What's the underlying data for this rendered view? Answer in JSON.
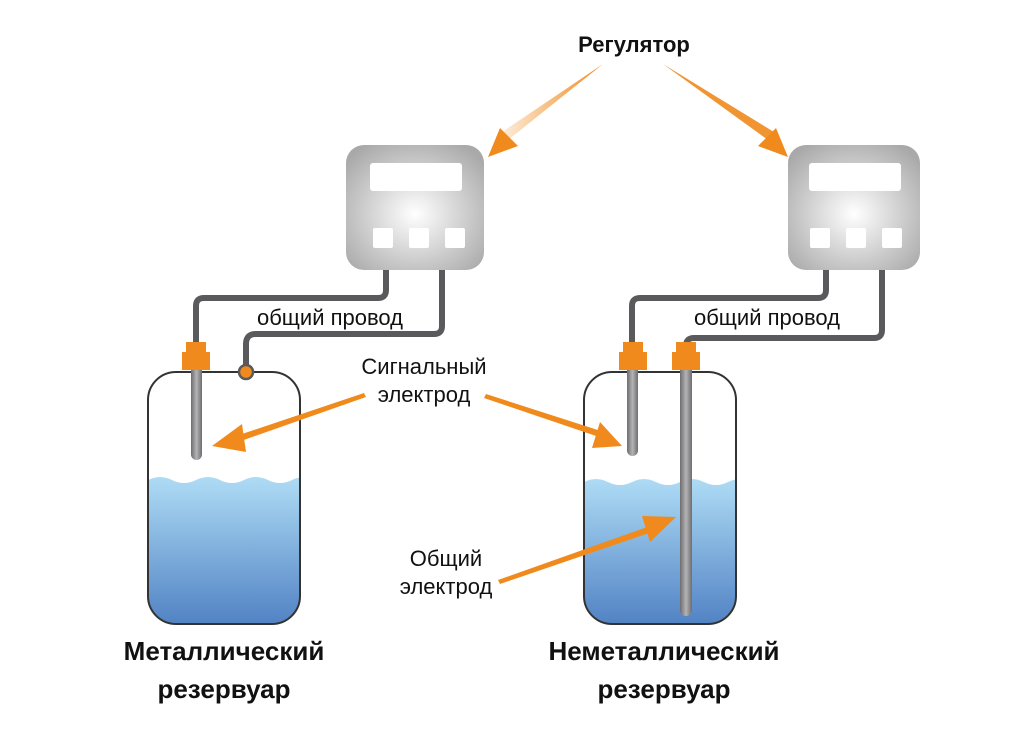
{
  "title_label": "Регулятор",
  "colors": {
    "accent": "#f08a1c",
    "wire": "#5a5a5c",
    "tank_outline": "#333333",
    "water_top": "#a9d8f3",
    "water_bottom": "#4f80c3",
    "controller_body": "#c8c8c8",
    "electrode": "#8a8a8c"
  },
  "left_system": {
    "wire_label": "общий провод",
    "tank_label_line1": "Металлический",
    "tank_label_line2": "резервуар"
  },
  "right_system": {
    "wire_label": "общий провод",
    "tank_label_line1": "Неметаллический",
    "tank_label_line2": "резервуар"
  },
  "signal_electrode_label": {
    "line1": "Сигнальный",
    "line2": "электрод"
  },
  "common_electrode_label": {
    "line1": "Общий",
    "line2": "электрод"
  },
  "icons": {
    "controller": "controller-icon",
    "tank": "tank-icon",
    "electrode": "electrode-icon",
    "arrow": "arrow-icon"
  }
}
